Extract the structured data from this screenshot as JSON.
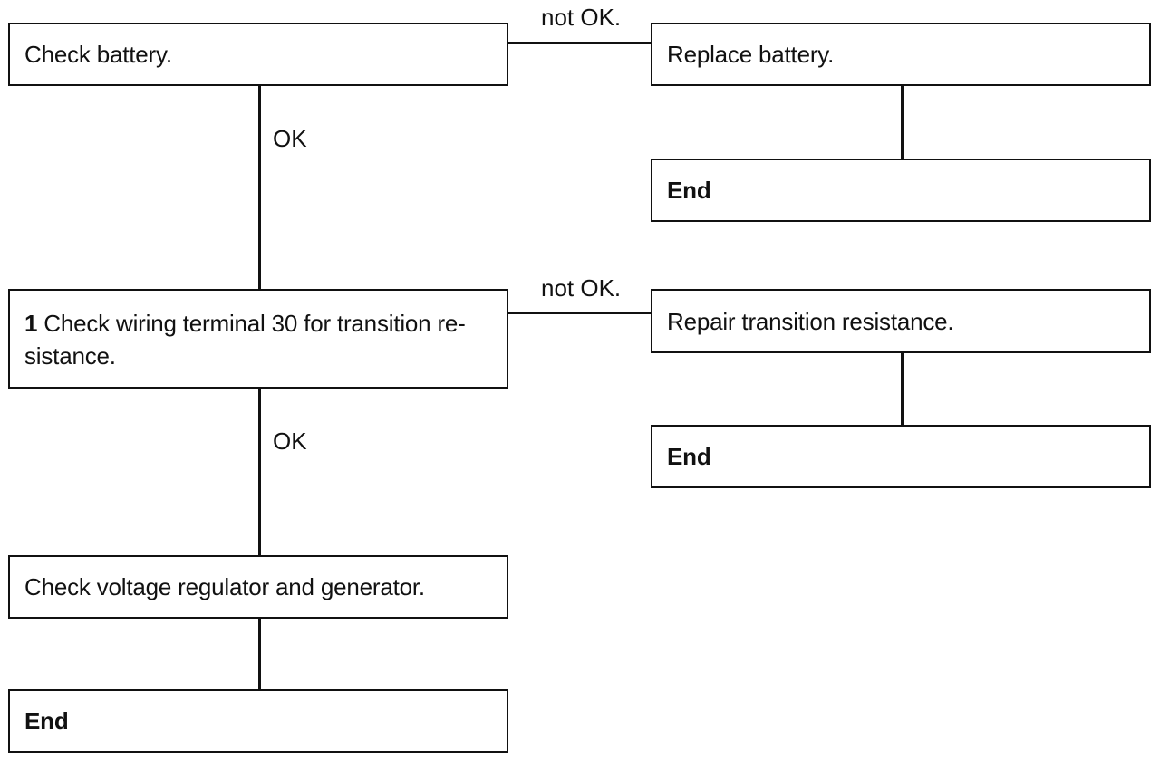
{
  "flowchart": {
    "nodes": {
      "check_battery": {
        "text": "Check battery."
      },
      "replace_battery": {
        "text": "Replace battery."
      },
      "end_1": {
        "text": "End"
      },
      "check_wiring": {
        "step": "1",
        "line1": " Check wiring terminal 30 for transition re-",
        "line2": "sistance."
      },
      "repair_resistance": {
        "text": "Repair transition resistance."
      },
      "end_2": {
        "text": "End"
      },
      "check_regulator": {
        "text": "Check voltage regulator and generator."
      },
      "end_3": {
        "text": "End"
      }
    },
    "edges": {
      "battery_not_ok": "not OK.",
      "battery_ok": "OK",
      "wiring_not_ok": "not OK.",
      "wiring_ok": "OK"
    }
  }
}
